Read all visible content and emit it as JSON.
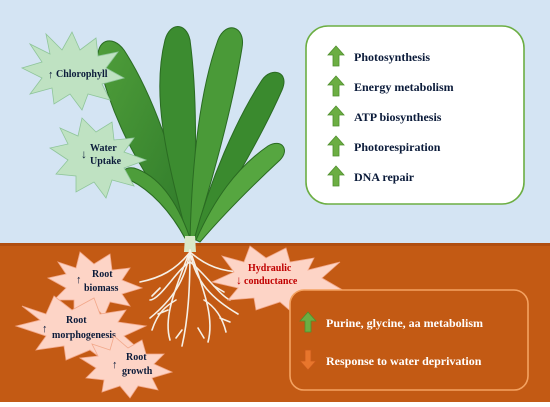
{
  "colors": {
    "sky": "#d4e4f3",
    "soil": "#c35a14",
    "soil_edge": "#b04e10",
    "burst_green": "#bfe2c2",
    "burst_pink": "#fdd4c6",
    "arrow_up": "#6cae43",
    "arrow_down": "#e8762c",
    "panel_green_border": "#6cae43",
    "panel_orange_border": "#f4a261",
    "text_dark": "#0b1b3a",
    "text_red": "#c00000",
    "leaf": "#3f8f2f",
    "root": "#f6f0e6"
  },
  "shoot": {
    "chlorophyll": {
      "arrow": "up",
      "label": "Chlorophyll"
    },
    "water_uptake": {
      "arrow": "down",
      "line1": "Water",
      "line2": "Uptake"
    }
  },
  "upper_panel": {
    "items": [
      {
        "arrow": "up",
        "label": "Photosynthesis"
      },
      {
        "arrow": "up",
        "label": "Energy metabolism"
      },
      {
        "arrow": "up",
        "label": "ATP biosynthesis"
      },
      {
        "arrow": "up",
        "label": "Photorespiration"
      },
      {
        "arrow": "up",
        "label": "DNA repair"
      }
    ]
  },
  "root_zone": {
    "root_biomass": {
      "arrow": "up",
      "line1": "Root",
      "line2": "biomass"
    },
    "root_morphogenesis": {
      "arrow": "up",
      "line1": "Root",
      "line2": "morphogenesis"
    },
    "root_growth": {
      "arrow": "up",
      "line1": "Root",
      "line2": "growth"
    },
    "hydraulic": {
      "arrow": "down",
      "line1": "Hydraulic",
      "line2": "conductance"
    }
  },
  "lower_panel": {
    "items": [
      {
        "arrow": "up",
        "label": "Purine, glycine, aa metabolism"
      },
      {
        "arrow": "down",
        "label": "Response to water deprivation"
      }
    ]
  }
}
